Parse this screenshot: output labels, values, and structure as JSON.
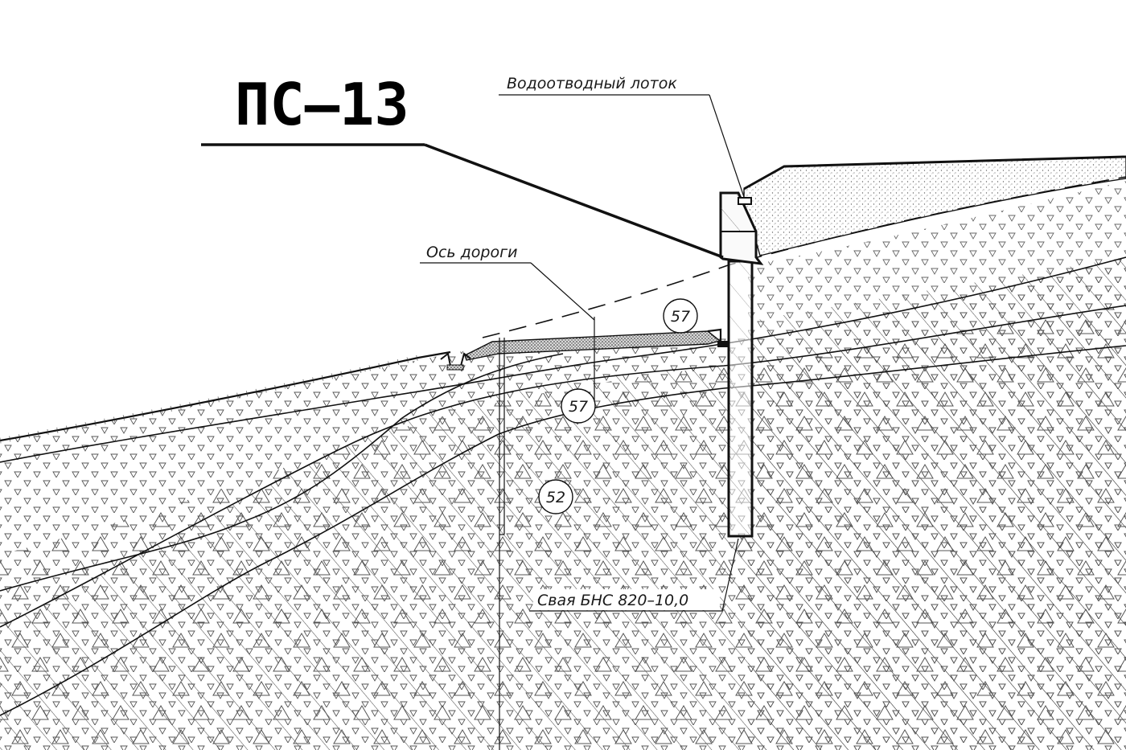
{
  "section_title": "ПС–13",
  "callouts": {
    "drain_tray": "Водоотводный лоток",
    "road_axis": "Ось дороги",
    "pile": "Свая БНС 820–10,0"
  },
  "layer_markers": {
    "upper_left": "57",
    "lower_mid": "57",
    "deep": "52"
  },
  "colors": {
    "line": "#111111",
    "hatch": "#2a2a2a",
    "background": "#ffffff"
  }
}
